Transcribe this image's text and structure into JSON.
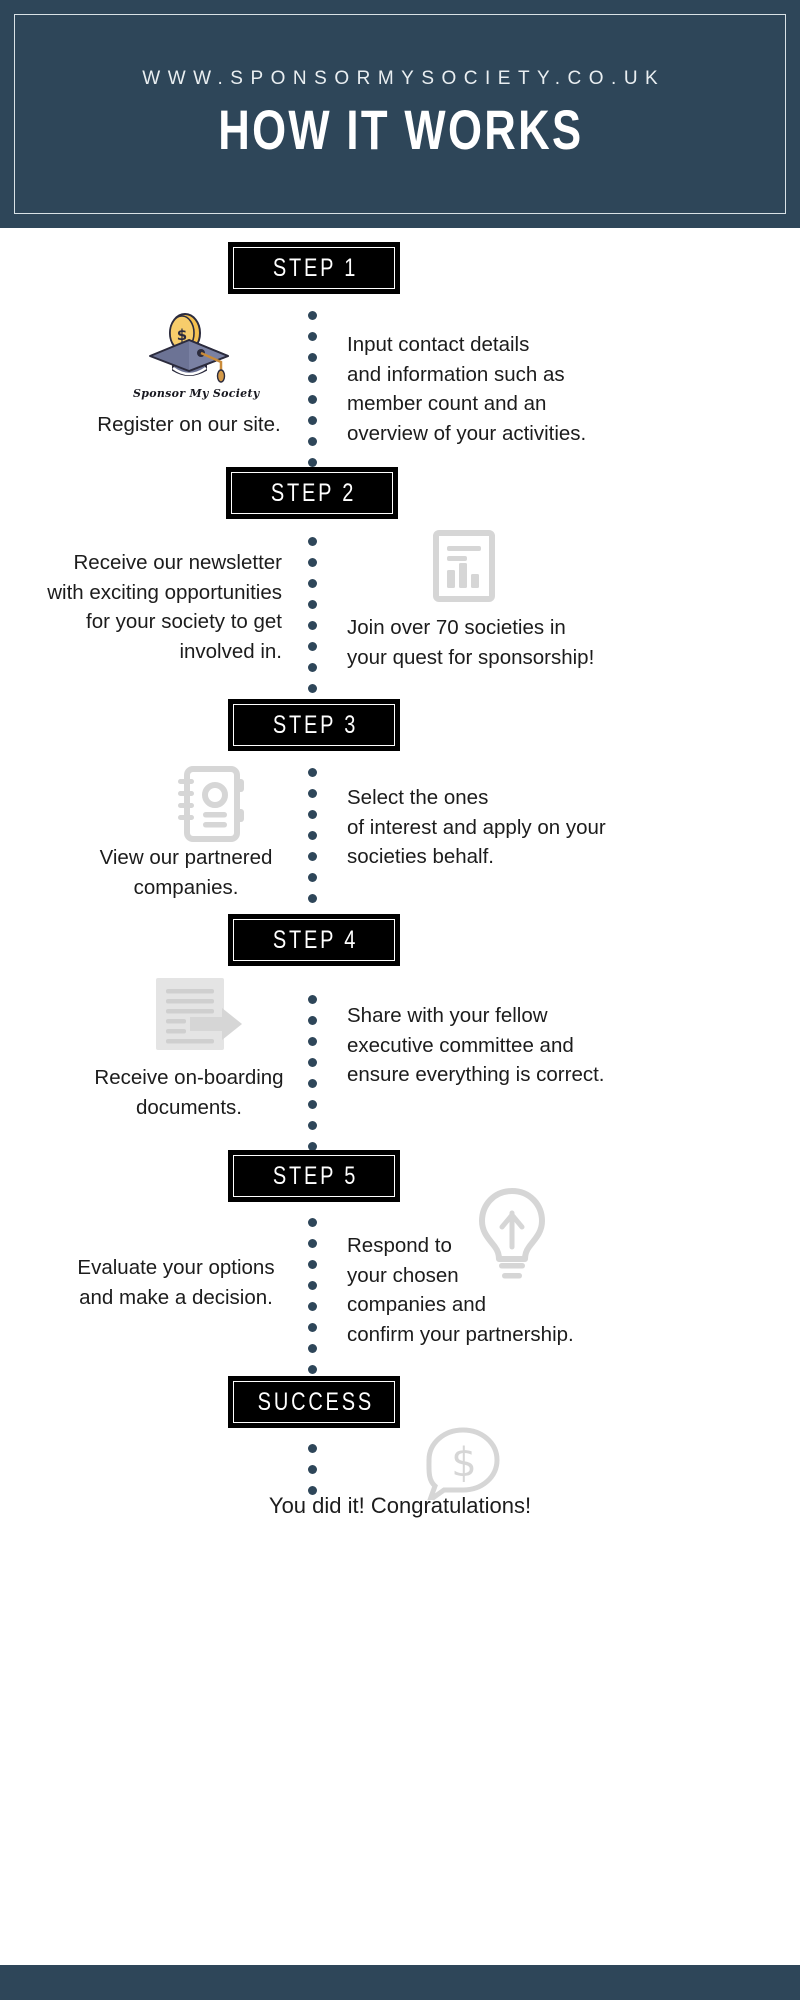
{
  "header": {
    "site_url": "WWW.SPONSORMYSOCIETY.CO.UK",
    "headline": "HOW IT WORKS",
    "background_color": "#2e4659",
    "border_color": "#d9e2e6"
  },
  "theme": {
    "navy": "#2e4659",
    "badge_bg": "#000000",
    "badge_border": "#ffffff",
    "icon_gray": "#d6d6d6",
    "body_text": "#1c1c1c",
    "page_bg": "#ffffff"
  },
  "logo": {
    "wordmark": "Sponsor My Society",
    "icon_name": "graduation-cap-coin-logo",
    "cap_color": "#6c7395",
    "coin_color": "#f5c04e"
  },
  "steps": [
    {
      "badge": "STEP 1",
      "left": {
        "text": "Register on our site.",
        "icon": "sponsor-my-society-logo"
      },
      "right": {
        "text": "Input contact details and information such as member count and an overview of your activities."
      }
    },
    {
      "badge": "STEP 2",
      "left": {
        "text": "Receive our newsletter with exciting opportunities for your society to get involved in."
      },
      "right": {
        "text": "Join over 70 societies in your quest for sponsorship!",
        "icon": "bar-chart-report-icon"
      }
    },
    {
      "badge": "STEP 3",
      "left": {
        "text": "View our partnered companies.",
        "icon": "address-book-icon"
      },
      "right": {
        "text": "Select the ones of interest and apply on your societies behalf."
      }
    },
    {
      "badge": "STEP 4",
      "left": {
        "text": "Receive on-boarding documents.",
        "icon": "document-share-arrow-icon"
      },
      "right": {
        "text": "Share with your fellow executive committee and ensure everything is correct."
      }
    },
    {
      "badge": "STEP 5",
      "left": {
        "text": "Evaluate your options and make a decision."
      },
      "right": {
        "text": "Respond to your chosen companies and confirm your partnership.",
        "icon": "lightbulb-icon"
      }
    },
    {
      "badge": "SUCCESS",
      "final": {
        "text": "You did it! Congratulations!",
        "icon": "dollar-speech-bubble-icon"
      }
    }
  ],
  "step_text_lines": {
    "s1_right": [
      "Input contact details",
      "and information such as",
      "member count and an",
      "overview of your activities."
    ],
    "s1_left": [
      "Register on our site."
    ],
    "s2_left": [
      "Receive our newsletter",
      "with exciting opportunities",
      "for your society to get",
      "involved in."
    ],
    "s2_right": [
      "Join over 70 societies in",
      "your quest for sponsorship!"
    ],
    "s3_left": [
      "View our partnered",
      "companies."
    ],
    "s3_right": [
      "Select the ones",
      "of interest and apply on your",
      "societies behalf."
    ],
    "s4_left": [
      "Receive on-boarding",
      "documents."
    ],
    "s4_right": [
      "Share with your fellow",
      "executive committee and",
      "ensure everything is correct."
    ],
    "s5_left": [
      "Evaluate your options",
      "and make a decision."
    ],
    "s5_right": [
      "Respond to",
      "your chosen",
      "companies and",
      "confirm your partnership."
    ],
    "final": [
      "You did it! Congratulations!"
    ]
  }
}
